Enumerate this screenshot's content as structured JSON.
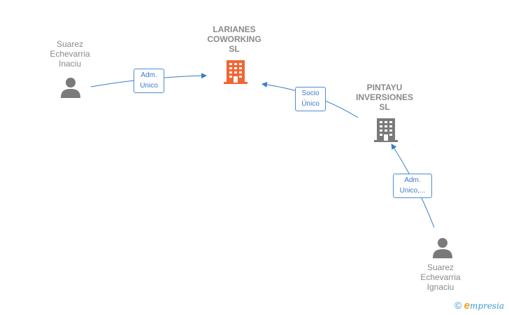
{
  "nodes": {
    "larianes": {
      "label": "LARIANES\nCOWORKING\nSL",
      "type": "company",
      "color": "#f26533",
      "icon": "building-icon"
    },
    "pintayu": {
      "label": "PINTAYU\nINVERSIONES\nSL",
      "type": "company",
      "color": "#7a7a7a",
      "icon": "building-icon"
    },
    "inaciu": {
      "label": "Suarez\nEchevarria\nInaciu",
      "type": "person",
      "color": "#7a7a7a",
      "icon": "person-icon"
    },
    "ignaciu": {
      "label": "Suarez\nEchevarria\nIgnaciu",
      "type": "person",
      "color": "#7a7a7a",
      "icon": "person-icon"
    }
  },
  "edges": {
    "inaciu_to_larianes": {
      "label": "Adm.\nUnico"
    },
    "pintayu_to_larianes": {
      "label": "Socio\nÚnico"
    },
    "ignaciu_to_pintayu": {
      "label": "Adm.\nUnico,..."
    }
  },
  "edge_color": "#3a7cc6",
  "brand": {
    "copyright": "©",
    "e": "e",
    "rest": "mpresia"
  }
}
